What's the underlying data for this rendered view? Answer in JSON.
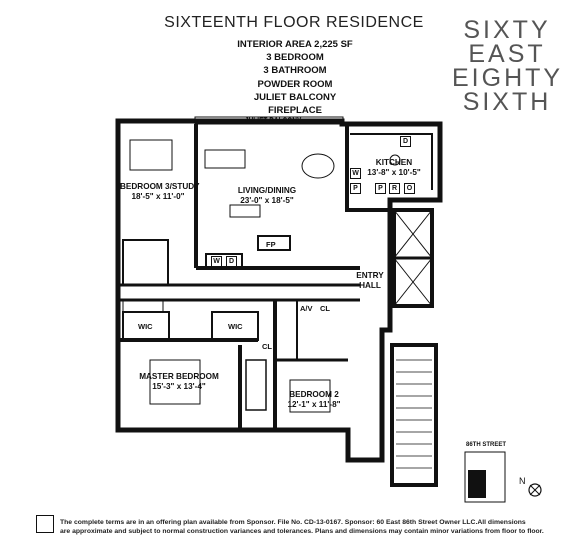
{
  "header": {
    "title": "SIXTEENTH FLOOR RESIDENCE",
    "specs": [
      "INTERIOR AREA 2,225 SF",
      "3 BEDROOM",
      "3 BATHROOM",
      "POWDER ROOM",
      "JULIET BALCONY",
      "FIREPLACE"
    ]
  },
  "brand": {
    "lines": [
      "SIXTY",
      "EAST",
      "EIGHTY",
      "SIXTH"
    ]
  },
  "rooms": {
    "juliet_balcony": "JULIET BALCONY",
    "bedroom3": {
      "name": "BEDROOM 3/STUDY",
      "dims": "18'-5\" x 11'-0\""
    },
    "living": {
      "name": "LIVING/DINING",
      "dims": "23'-0\" x 18'-5\""
    },
    "kitchen": {
      "name": "KITCHEN",
      "dims": "13'-8\" x 10'-5\""
    },
    "entry": {
      "line1": "ENTRY",
      "line2": "HALL"
    },
    "master": {
      "name": "MASTER BEDROOM",
      "dims": "15'-3\" x 13'-4\""
    },
    "bedroom2": {
      "name": "BEDROOM 2",
      "dims": "12'-1\" x 11'-8\""
    },
    "wic1": "WIC",
    "wic2": "WIC",
    "cl1": "CL",
    "cl2": "CL",
    "av": "A/V",
    "fp": "FP"
  },
  "appliances": {
    "washer": "W",
    "dryer": "D",
    "k_dishwasher": "D",
    "k_washer": "W",
    "pantry": "P",
    "fridge": "R",
    "oven": "O",
    "pantry2": "P"
  },
  "street": {
    "label": "86TH STREET"
  },
  "compass": {
    "label": "N"
  },
  "footer": {
    "lines": [
      "The complete terms are in an offering plan available from Sponsor. File No. CD-13-0167. Sponsor: 60 East 86th Street Owner LLC.All dimensions",
      "are approximate and subject to normal construction variances and tolerances. Plans and dimensions may contain minor variations from floor to floor."
    ]
  }
}
